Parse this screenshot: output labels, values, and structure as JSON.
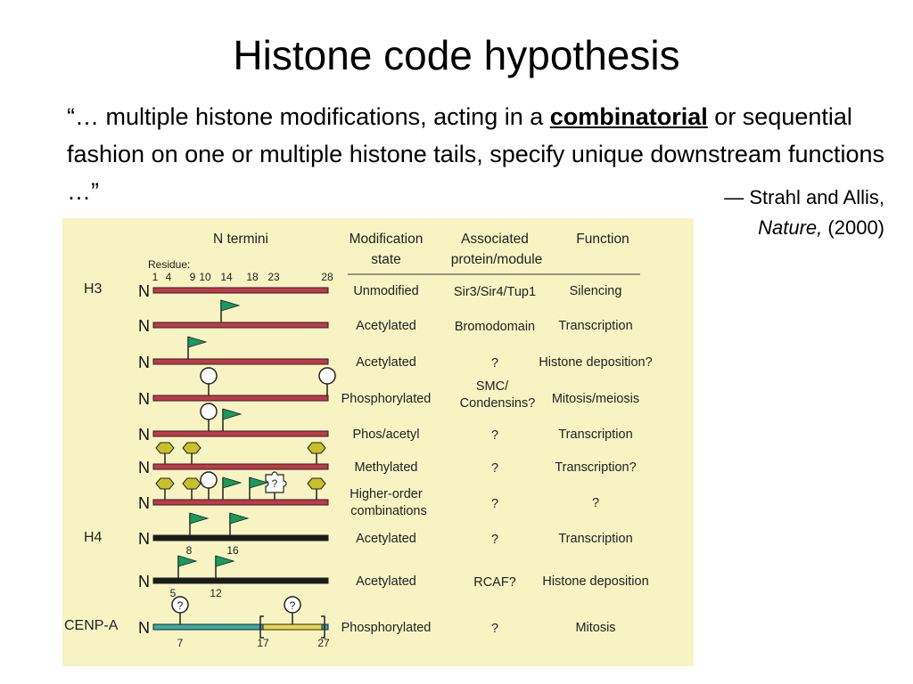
{
  "slide": {
    "title": "Histone code hypothesis",
    "quote": {
      "part1": "“… multiple histone modifications, acting in a ",
      "emphasis": "combinatorial",
      "part2": " or sequential fashion on one or multiple histone tails, specify unique downstream functions …”"
    },
    "attribution": {
      "author": "— Strahl and Allis,",
      "journal": "Nature,",
      "year": "(2000)"
    }
  },
  "figure": {
    "headers": {
      "n_termini": "N termini",
      "modification_state": [
        "Modification",
        "state"
      ],
      "associated": [
        "Associated",
        "protein/module"
      ],
      "function": "Function"
    },
    "residue_label": "Residue:",
    "residue_numbers": [
      "1",
      "4",
      "9",
      "10",
      "14",
      "18",
      "23",
      "28"
    ],
    "n_label": "N",
    "groups": [
      "H3",
      "H4",
      "CENP-A"
    ],
    "rows": [
      {
        "state": [
          "Unmodified"
        ],
        "protein": [
          "Sir3/Sir4/Tup1"
        ],
        "function": "Silencing"
      },
      {
        "state": [
          "Acetylated"
        ],
        "protein": [
          "Bromodomain"
        ],
        "function": "Transcription"
      },
      {
        "state": [
          "Acetylated"
        ],
        "protein": [
          "?"
        ],
        "function": "Histone deposition?"
      },
      {
        "state": [
          "Phosphorylated"
        ],
        "protein": [
          "SMC/",
          "Condensins?"
        ],
        "function": "Mitosis/meiosis"
      },
      {
        "state": [
          "Phos/acetyl"
        ],
        "protein": [
          "?"
        ],
        "function": "Transcription"
      },
      {
        "state": [
          "Methylated"
        ],
        "protein": [
          "?"
        ],
        "function": "Transcription?"
      },
      {
        "state": [
          "Higher-order",
          "combinations"
        ],
        "protein": [
          "?"
        ],
        "function": "?"
      },
      {
        "state": [
          "Acetylated"
        ],
        "protein": [
          "?"
        ],
        "function": "Transcription"
      },
      {
        "state": [
          "Acetylated"
        ],
        "protein": [
          "RCAF?"
        ],
        "function": "Histone deposition"
      },
      {
        "state": [
          "Phosphorylated"
        ],
        "protein": [
          "?"
        ],
        "function": "Mitosis"
      }
    ],
    "h4_site_labels_row1": [
      "8",
      "16"
    ],
    "h4_site_labels_row2": [
      "5",
      "12"
    ],
    "cenp_site_labels": [
      "7",
      "17",
      "27"
    ],
    "glyphs": {
      "unknown_mark": "?",
      "unknown_mark_alt": "?"
    },
    "colors": {
      "background": "#f8f3c3",
      "h3_bar": "#c0394a",
      "h4_bar": "#1a1a1a",
      "cenp_bar": "#3aa7a7",
      "cenp_domain": "#e8d84a",
      "acetyl_flag": "#1c9a5a",
      "methyl_mark": "#c6c12a"
    }
  }
}
